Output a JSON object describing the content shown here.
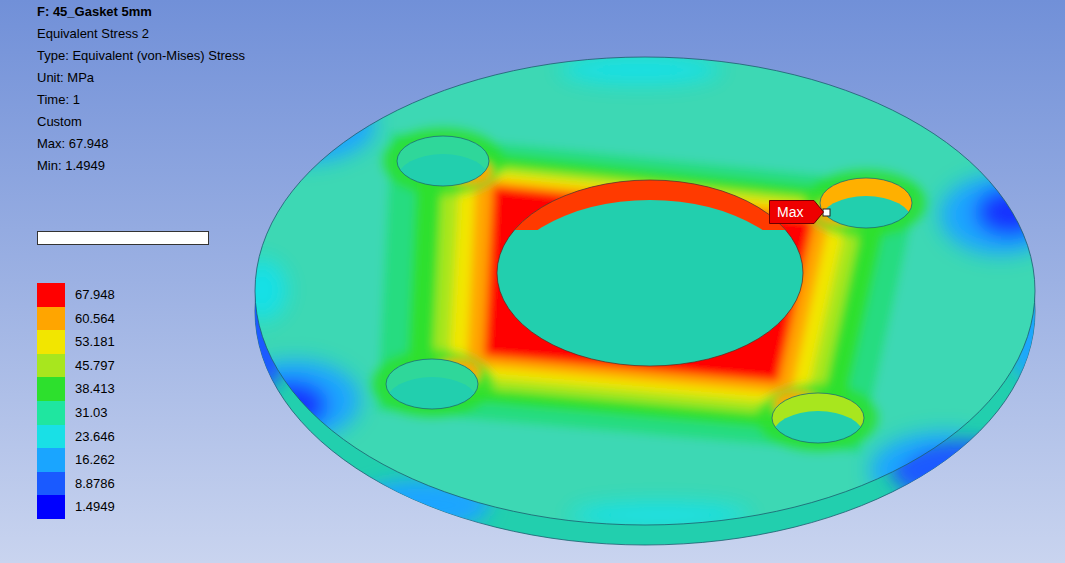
{
  "diagram": {
    "title": "F: 45_Gasket 5mm",
    "nodes": [
      {
        "text": [
          "Max"
        ]
      }
    ],
    "labels": [
      "Equivalent Stress 2",
      "Type: Equivalent (von-Mises) Stress",
      "Unit: MPa",
      "Time: 1",
      "Custom",
      "Max: 67.948",
      "Min: 1.4949"
    ],
    "legend": [
      {
        "text": "67.948",
        "color": "#ff0000"
      },
      {
        "text": "60.564",
        "color": "#ffa500"
      },
      {
        "text": "53.181",
        "color": "#f2e600"
      },
      {
        "text": "45.797",
        "color": "#a8e61e"
      },
      {
        "text": "38.413",
        "color": "#2de02d"
      },
      {
        "text": "31.03",
        "color": "#1fe6a0"
      },
      {
        "text": "23.646",
        "color": "#19e0e6"
      },
      {
        "text": "16.262",
        "color": "#1aa5ff"
      },
      {
        "text": "8.8786",
        "color": "#1a5aff"
      },
      {
        "text": "1.4949",
        "color": "#0000ff"
      }
    ]
  }
}
